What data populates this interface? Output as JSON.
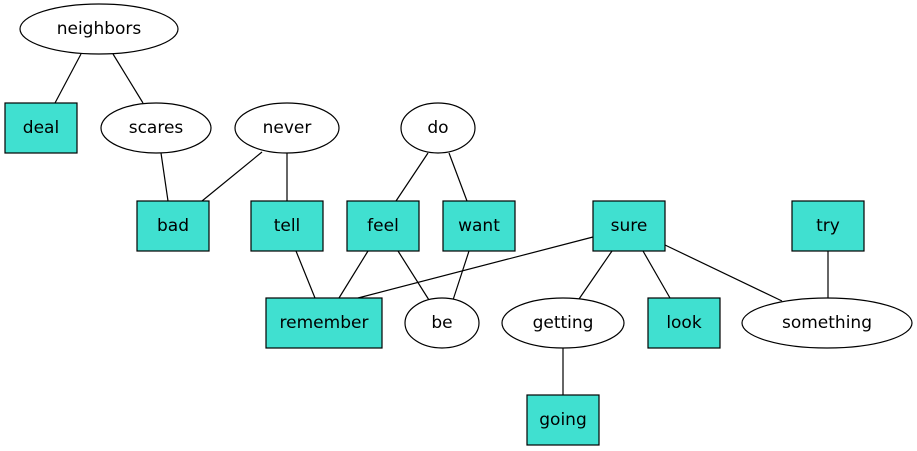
{
  "colors": {
    "box_fill": "#40e0d0",
    "ellipse_fill": "#ffffff",
    "stroke": "#000000"
  },
  "nodes": [
    {
      "id": "neighbors",
      "label": "neighbors",
      "shape": "ellipse"
    },
    {
      "id": "deal",
      "label": "deal",
      "shape": "box"
    },
    {
      "id": "scares",
      "label": "scares",
      "shape": "ellipse"
    },
    {
      "id": "never",
      "label": "never",
      "shape": "ellipse"
    },
    {
      "id": "do",
      "label": "do",
      "shape": "ellipse"
    },
    {
      "id": "bad",
      "label": "bad",
      "shape": "box"
    },
    {
      "id": "tell",
      "label": "tell",
      "shape": "box"
    },
    {
      "id": "feel",
      "label": "feel",
      "shape": "box"
    },
    {
      "id": "want",
      "label": "want",
      "shape": "box"
    },
    {
      "id": "sure",
      "label": "sure",
      "shape": "box"
    },
    {
      "id": "try",
      "label": "try",
      "shape": "box"
    },
    {
      "id": "remember",
      "label": "remember",
      "shape": "box"
    },
    {
      "id": "be",
      "label": "be",
      "shape": "ellipse"
    },
    {
      "id": "getting",
      "label": "getting",
      "shape": "ellipse"
    },
    {
      "id": "look",
      "label": "look",
      "shape": "box"
    },
    {
      "id": "something",
      "label": "something",
      "shape": "ellipse"
    },
    {
      "id": "going",
      "label": "going",
      "shape": "box"
    }
  ],
  "edges": [
    [
      "neighbors",
      "deal"
    ],
    [
      "neighbors",
      "scares"
    ],
    [
      "scares",
      "bad"
    ],
    [
      "never",
      "bad"
    ],
    [
      "never",
      "tell"
    ],
    [
      "do",
      "feel"
    ],
    [
      "do",
      "want"
    ],
    [
      "tell",
      "remember"
    ],
    [
      "feel",
      "remember"
    ],
    [
      "feel",
      "be"
    ],
    [
      "want",
      "be"
    ],
    [
      "sure",
      "remember"
    ],
    [
      "sure",
      "getting"
    ],
    [
      "sure",
      "look"
    ],
    [
      "sure",
      "something"
    ],
    [
      "try",
      "something"
    ],
    [
      "getting",
      "going"
    ]
  ]
}
